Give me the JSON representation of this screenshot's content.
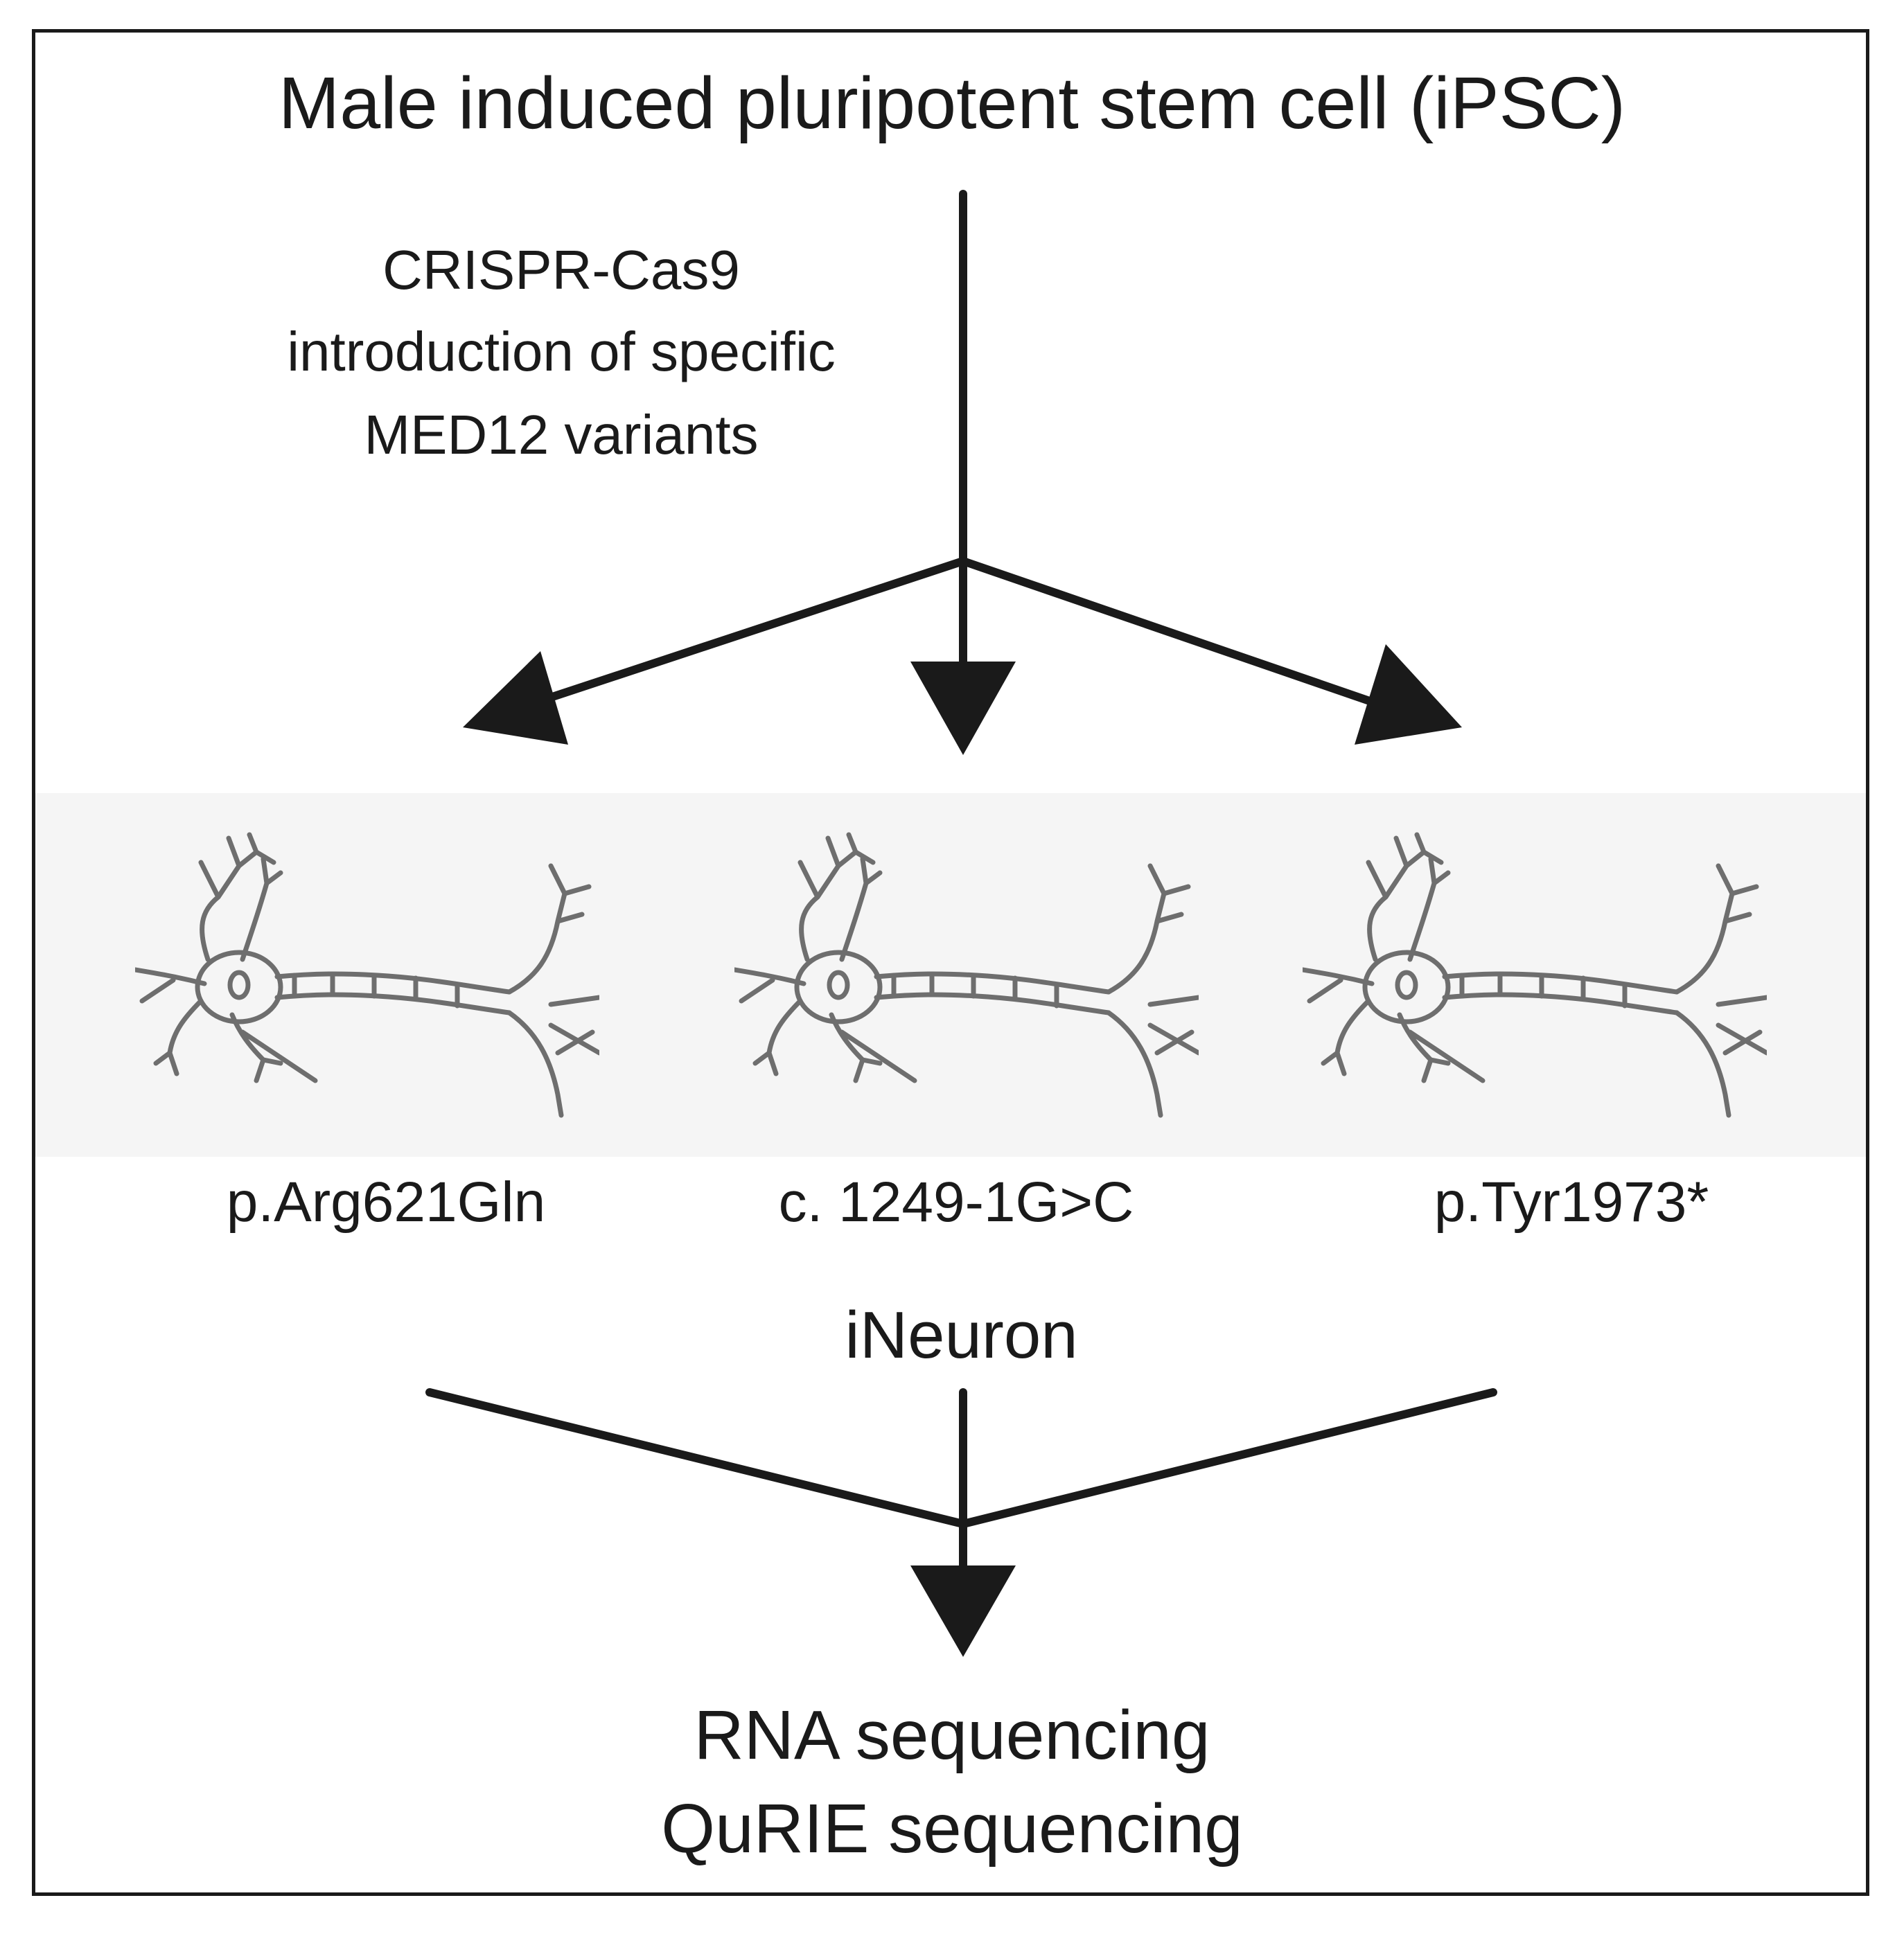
{
  "title": "Male induced pluripotent stem cell (iPSC)",
  "crispr_lines": [
    "CRISPR-Cas9",
    "introduction of specific",
    "MED12 variants"
  ],
  "variants": [
    "p.Arg621Gln",
    "c. 1249-1G>C",
    "p.Tyr1973*"
  ],
  "cell_type": "iNeuron",
  "outputs": [
    "RNA sequencing",
    "QuRIE sequencing"
  ],
  "colors": {
    "ink": "#1a1a1a",
    "neuron": "#6e6e6e",
    "band": "#f5f5f5"
  },
  "icons": [
    "neuron-icon"
  ]
}
